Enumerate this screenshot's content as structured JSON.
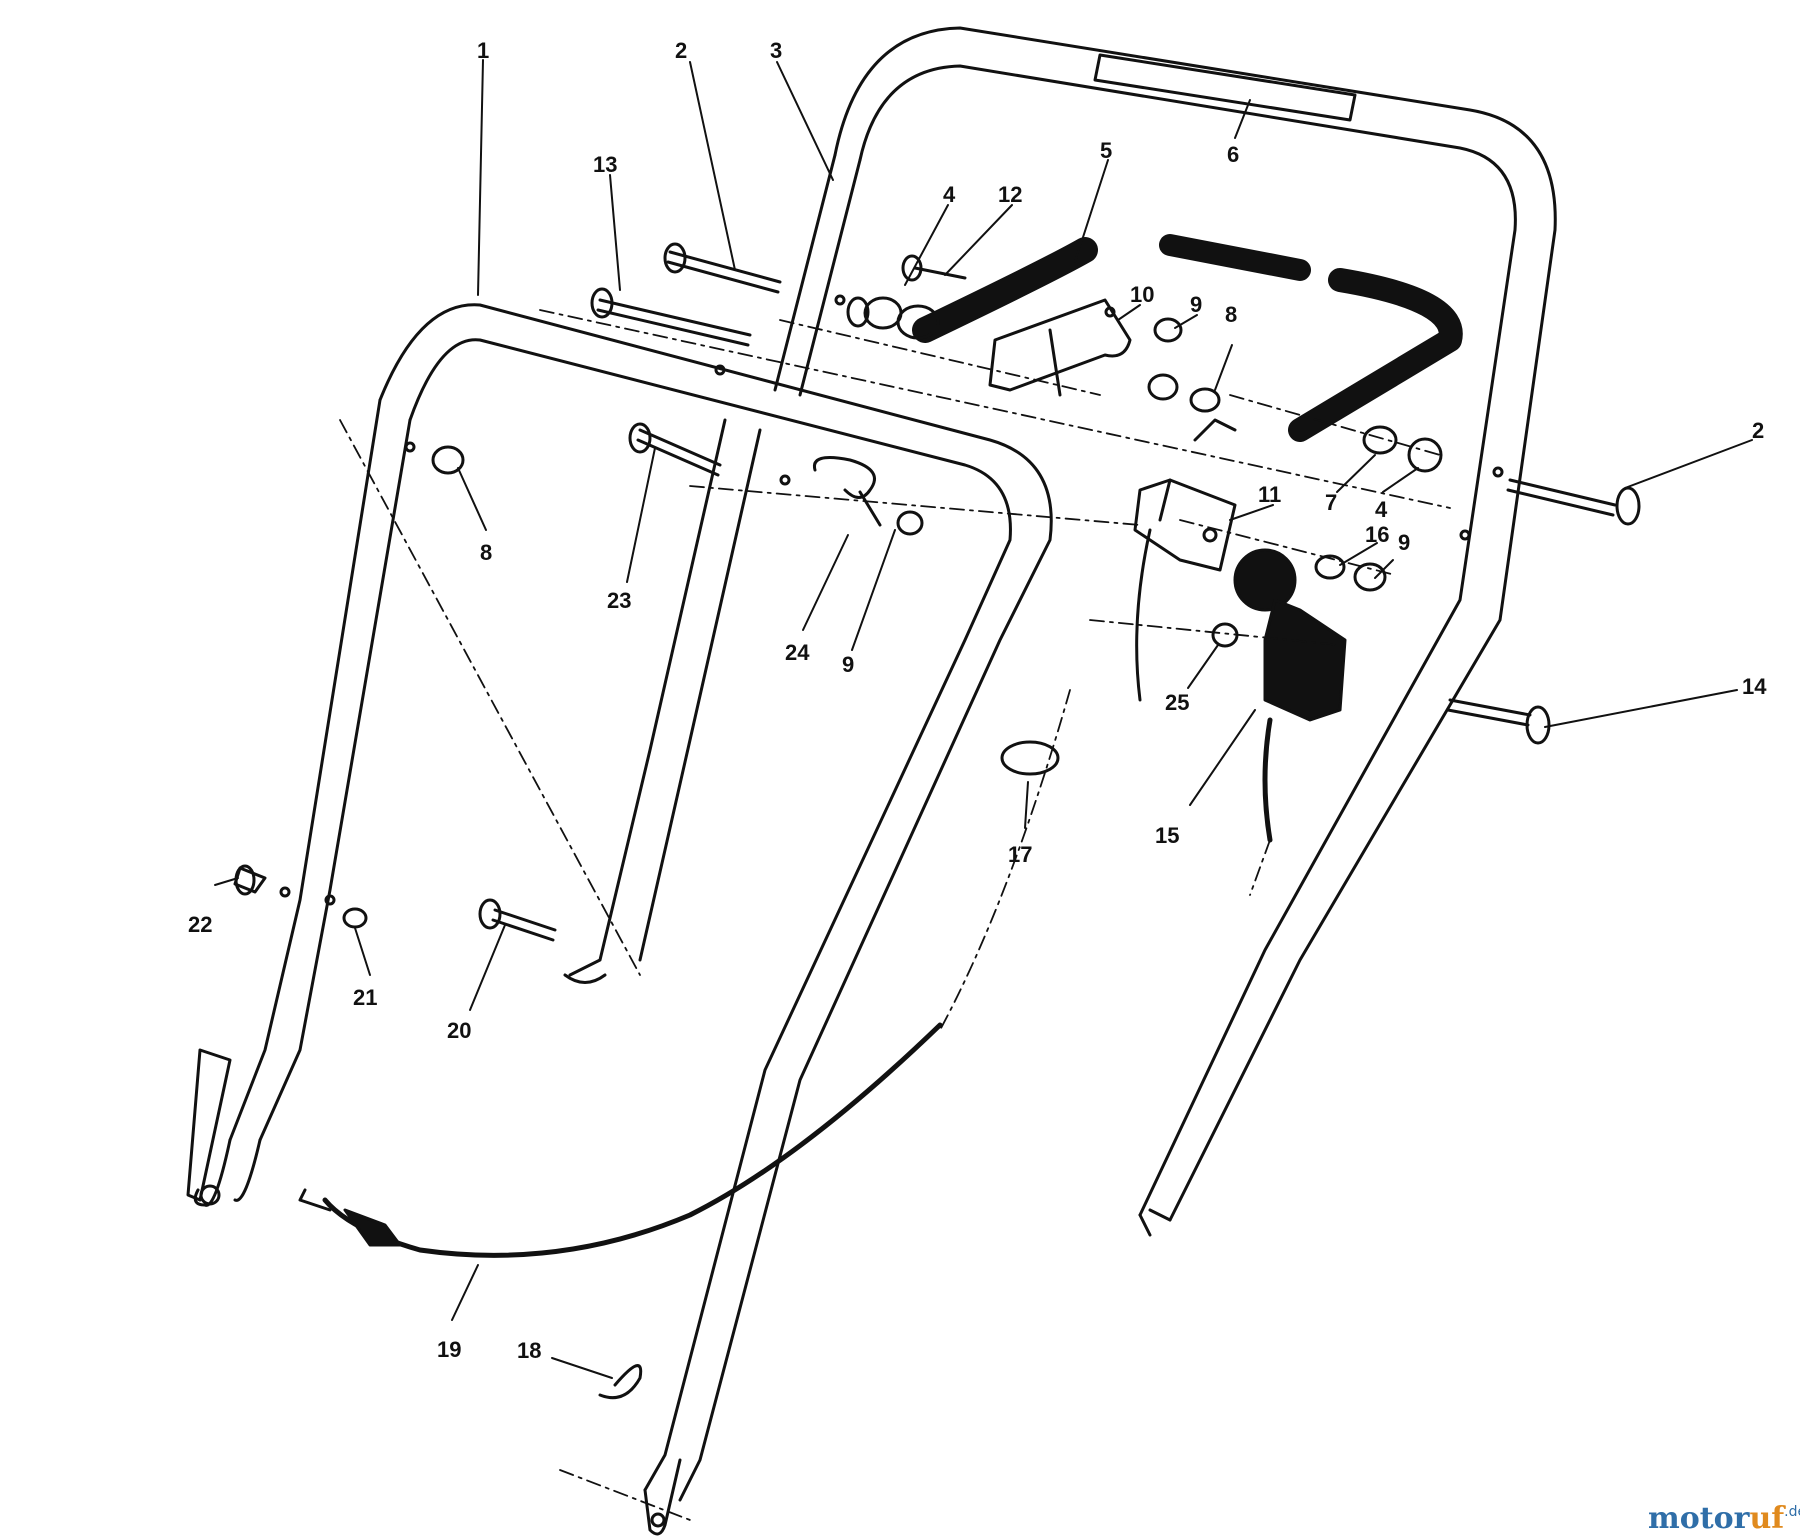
{
  "watermark": {
    "part_a": "motor",
    "part_b": "uf",
    "part_c": ".de"
  },
  "colors": {
    "ink": "#111111",
    "paper": "#ffffff",
    "wm_blue": "#2f6ea8",
    "wm_orange": "#e08a1e"
  },
  "callouts": [
    {
      "id": "c1",
      "text": "1"
    },
    {
      "id": "c2a",
      "text": "2"
    },
    {
      "id": "c3",
      "text": "3"
    },
    {
      "id": "c6",
      "text": "6"
    },
    {
      "id": "c13",
      "text": "13"
    },
    {
      "id": "c5",
      "text": "5"
    },
    {
      "id": "c4a",
      "text": "4"
    },
    {
      "id": "c12",
      "text": "12"
    },
    {
      "id": "c10",
      "text": "10"
    },
    {
      "id": "c9a",
      "text": "9"
    },
    {
      "id": "c8a",
      "text": "8"
    },
    {
      "id": "c2b",
      "text": "2"
    },
    {
      "id": "c7",
      "text": "7"
    },
    {
      "id": "c4b",
      "text": "4"
    },
    {
      "id": "c11",
      "text": "11"
    },
    {
      "id": "c16",
      "text": "16"
    },
    {
      "id": "c9b",
      "text": "9"
    },
    {
      "id": "c8b",
      "text": "8"
    },
    {
      "id": "c23",
      "text": "23"
    },
    {
      "id": "c24",
      "text": "24"
    },
    {
      "id": "c9c",
      "text": "9"
    },
    {
      "id": "c25",
      "text": "25"
    },
    {
      "id": "c14",
      "text": "14"
    },
    {
      "id": "c15",
      "text": "15"
    },
    {
      "id": "c17",
      "text": "17"
    },
    {
      "id": "c22",
      "text": "22"
    },
    {
      "id": "c21",
      "text": "21"
    },
    {
      "id": "c20",
      "text": "20"
    },
    {
      "id": "c19",
      "text": "19"
    },
    {
      "id": "c18",
      "text": "18"
    }
  ]
}
